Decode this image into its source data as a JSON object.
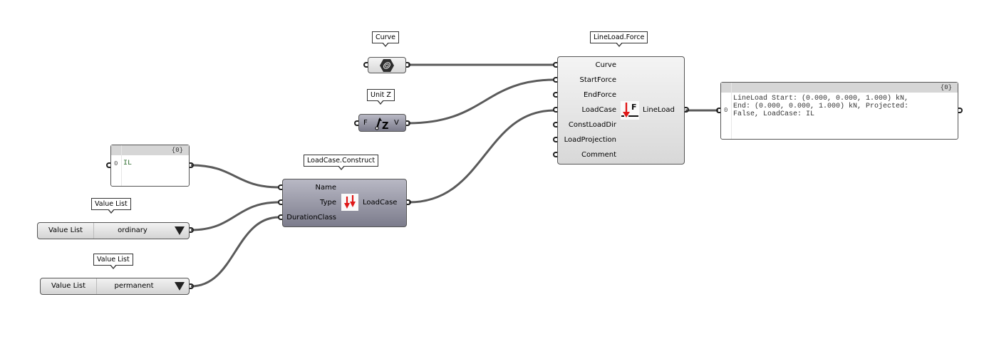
{
  "canvas": {
    "wire_color": "#5a5a5a"
  },
  "components": {
    "curve_param": {
      "tag": "Curve",
      "icon": "curve-hexagon-icon"
    },
    "unit_z": {
      "tag": "Unit Z",
      "input": "F",
      "output": "V",
      "icon": "unit-z-vector-icon"
    },
    "lineload_force": {
      "tag": "LineLoad.Force",
      "inputs": [
        "Curve",
        "StartForce",
        "EndForce",
        "LoadCase",
        "ConstLoadDir",
        "LoadProjection",
        "Comment"
      ],
      "output": "LineLoad",
      "icon": "line-load-force-icon",
      "icon_letter": "F"
    },
    "loadcase_construct": {
      "tag": "LoadCase.Construct",
      "inputs": [
        "Name",
        "Type",
        "DurationClass"
      ],
      "output": "LoadCase",
      "icon": "load-case-arrows-icon"
    },
    "panel_name": {
      "header": "{0}",
      "index": "0",
      "value": "IL"
    },
    "panel_output": {
      "header": "{0}",
      "index": "0",
      "value": "LineLoad Start: (0.000, 0.000, 1.000) kN,\nEnd: (0.000, 0.000, 1.000) kN, Projected:\nFalse, LoadCase: IL"
    },
    "value_list_type": {
      "tag": "Value List",
      "name": "Value List",
      "selected": "ordinary"
    },
    "value_list_duration": {
      "tag": "Value List",
      "name": "Value List",
      "selected": "permanent"
    }
  }
}
